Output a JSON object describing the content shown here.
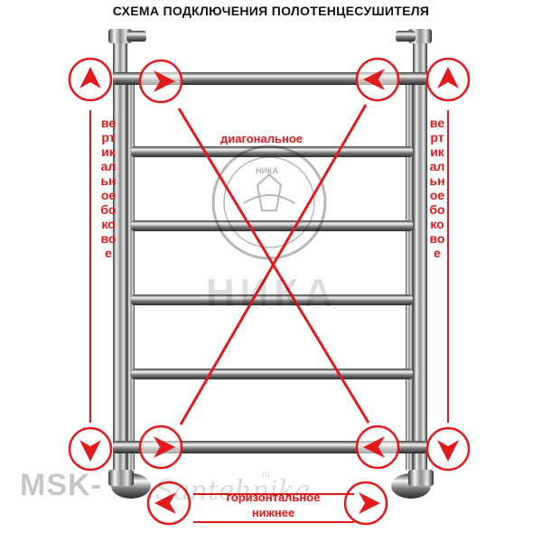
{
  "title": "СХЕМА ПОДКЛЮЧЕНИЯ ПОЛОТЕНЦЕСУШИТЕЛЯ",
  "labels": {
    "diagonal": "диагональное",
    "vertical_side_left": "вертикальное боковое",
    "vertical_side_right": "вертикальное боковое",
    "horizontal_line1": "горизонтальное",
    "horizontal_line2": "нижнее"
  },
  "watermarks": {
    "brand_big": "НИКА",
    "seal": "НИКА",
    "site": "MSK-",
    "script": "Santehnika",
    "script_tld": ".ru"
  },
  "colors": {
    "accent_red": "#e3191b",
    "chrome_dark": "#4a4a4a",
    "chrome_light": "#f2f2f2",
    "background": "#ffffff"
  },
  "connection_points": [
    {
      "id": "left-top-outer",
      "arrow": "up"
    },
    {
      "id": "left-top-inner",
      "arrow": "right"
    },
    {
      "id": "right-top-inner",
      "arrow": "left"
    },
    {
      "id": "right-top-outer",
      "arrow": "up"
    },
    {
      "id": "left-bottom-outer",
      "arrow": "down"
    },
    {
      "id": "left-bottom-inner",
      "arrow": "right"
    },
    {
      "id": "right-bottom-inner",
      "arrow": "left"
    },
    {
      "id": "right-bottom-outer",
      "arrow": "down"
    },
    {
      "id": "bottom-left-flow",
      "arrow": "left"
    },
    {
      "id": "bottom-right-flow",
      "arrow": "right"
    }
  ]
}
